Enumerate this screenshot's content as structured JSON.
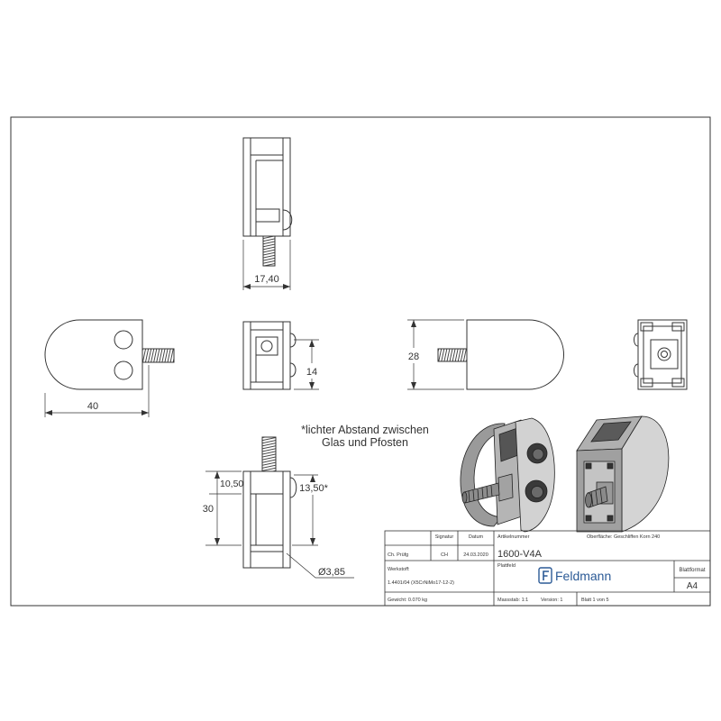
{
  "note": {
    "line1": "*lichter Abstand zwischen",
    "line2": "Glas und Pfosten"
  },
  "dimensions": {
    "top_width": "17,40",
    "side_length": "40",
    "front_height": "14",
    "end_height": "28",
    "section_top": "10,50",
    "section_total": "30",
    "section_gap": "13,50*",
    "section_diameter": "Ø3,85"
  },
  "title_block": {
    "signatur_label": "Signatur",
    "datum_label": "Datum",
    "artikel_label": "Artikelnummer",
    "oberflaeche": "Oberfläche:  Geschliffen Korn 240",
    "role": "Ch. Prüfg",
    "signatur": "CH",
    "datum": "24.03.2020",
    "artikel": "1600-V4A",
    "field_label": "Plattfeld",
    "werkstoff_label": "Werkstoff:",
    "werkstoff": "1.4401/04 (X5CrNiMo17-12-2)",
    "brand": "Feldmann",
    "blattformat_label": "Blattformat",
    "blattformat": "A4",
    "gewicht": "Gewicht: 0.070 kg",
    "massstab": "Massstab: 1:1",
    "version": "Version: 1",
    "blatt": "Blatt 1 von 5"
  },
  "colors": {
    "line": "#333333",
    "brand": "#2b5a96"
  }
}
